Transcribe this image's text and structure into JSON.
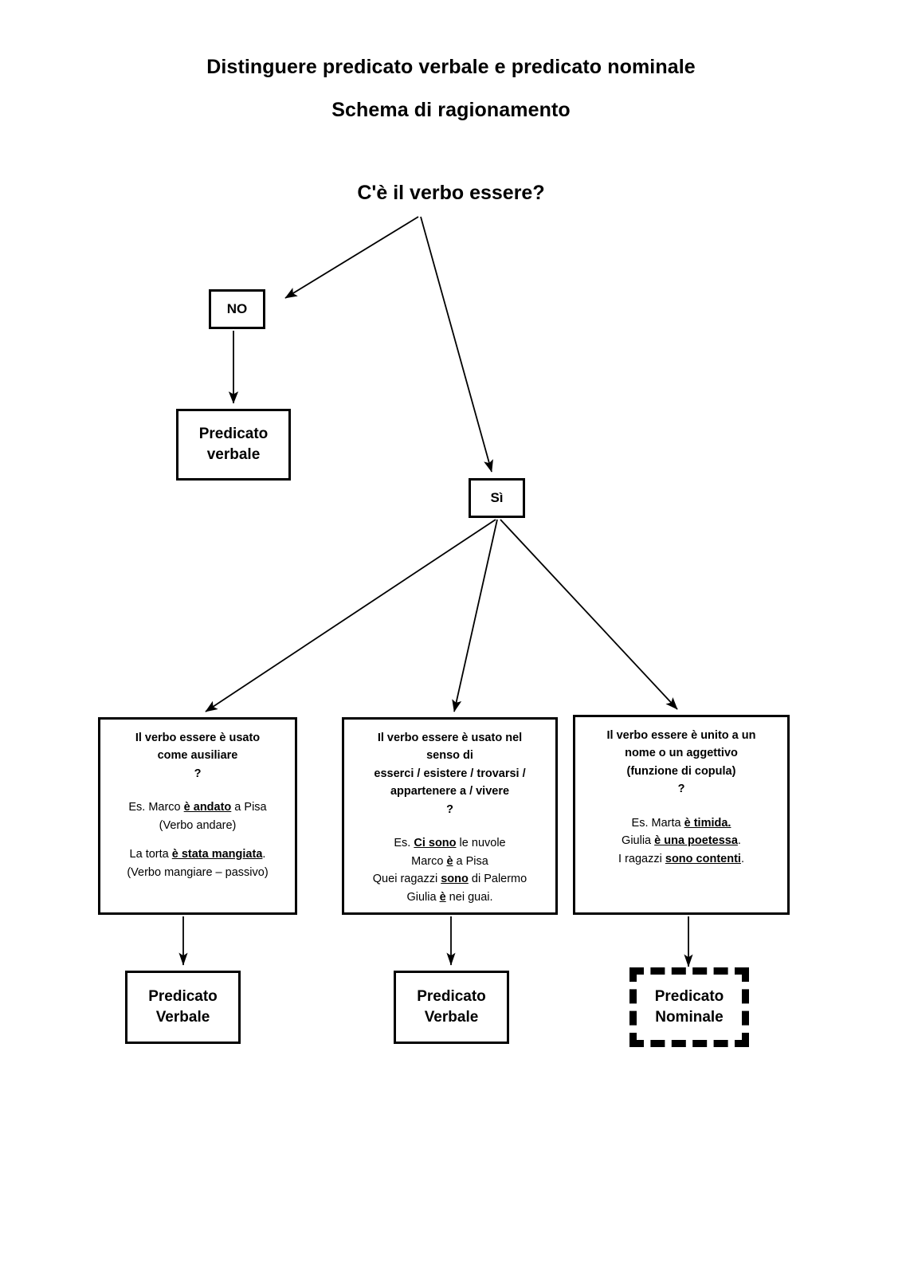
{
  "title": {
    "main": "Distinguere predicato verbale e predicato nominale",
    "sub": "Schema di ragionamento"
  },
  "root": {
    "question": "C'è il verbo essere?"
  },
  "decisions": {
    "no_label": "NO",
    "si_label": "Sì"
  },
  "no_result": {
    "line1": "Predicato",
    "line2": "verbale"
  },
  "branches": [
    {
      "question_lines": [
        "Il verbo essere è usato",
        "come ausiliare",
        "?"
      ],
      "examples": [
        {
          "pre": "Es. Marco ",
          "hl": "è andato",
          "post": " a Pisa"
        },
        {
          "pre": "(Verbo andare)",
          "hl": "",
          "post": ""
        },
        {
          "pre": "",
          "hl": "",
          "post": ""
        },
        {
          "pre": "La torta ",
          "hl": "è stata mangiata",
          "post": "."
        },
        {
          "pre": "(Verbo mangiare – passivo)",
          "hl": "",
          "post": ""
        }
      ],
      "result": {
        "line1": "Predicato",
        "line2": "Verbale"
      },
      "result_style": "solid"
    },
    {
      "question_lines": [
        "Il verbo essere è usato nel",
        "senso di",
        "esserci / esistere / trovarsi /",
        "appartenere a / vivere",
        "?"
      ],
      "examples": [
        {
          "pre": "Es. ",
          "hl": "Ci sono",
          "post": " le nuvole"
        },
        {
          "pre": "Marco ",
          "hl": "è",
          "post": " a Pisa"
        },
        {
          "pre": "Quei ragazzi ",
          "hl": "sono",
          "post": " di Palermo"
        },
        {
          "pre": "Giulia ",
          "hl": "è",
          "post": " nei guai."
        }
      ],
      "result": {
        "line1": "Predicato",
        "line2": "Verbale"
      },
      "result_style": "solid"
    },
    {
      "question_lines": [
        "Il verbo essere è unito a un",
        "nome o un aggettivo",
        "(funzione di copula)",
        "?"
      ],
      "examples": [
        {
          "pre": "Es. Marta ",
          "hl": "è timida.",
          "post": ""
        },
        {
          "pre": "Giulia ",
          "hl": "è una poetessa",
          "post": "."
        },
        {
          "pre": "I ragazzi ",
          "hl": "sono contenti",
          "post": "."
        }
      ],
      "result": {
        "line1": "Predicato",
        "line2": "Nominale"
      },
      "result_style": "dashed"
    }
  ],
  "colors": {
    "stroke": "#000000",
    "background": "#ffffff"
  }
}
